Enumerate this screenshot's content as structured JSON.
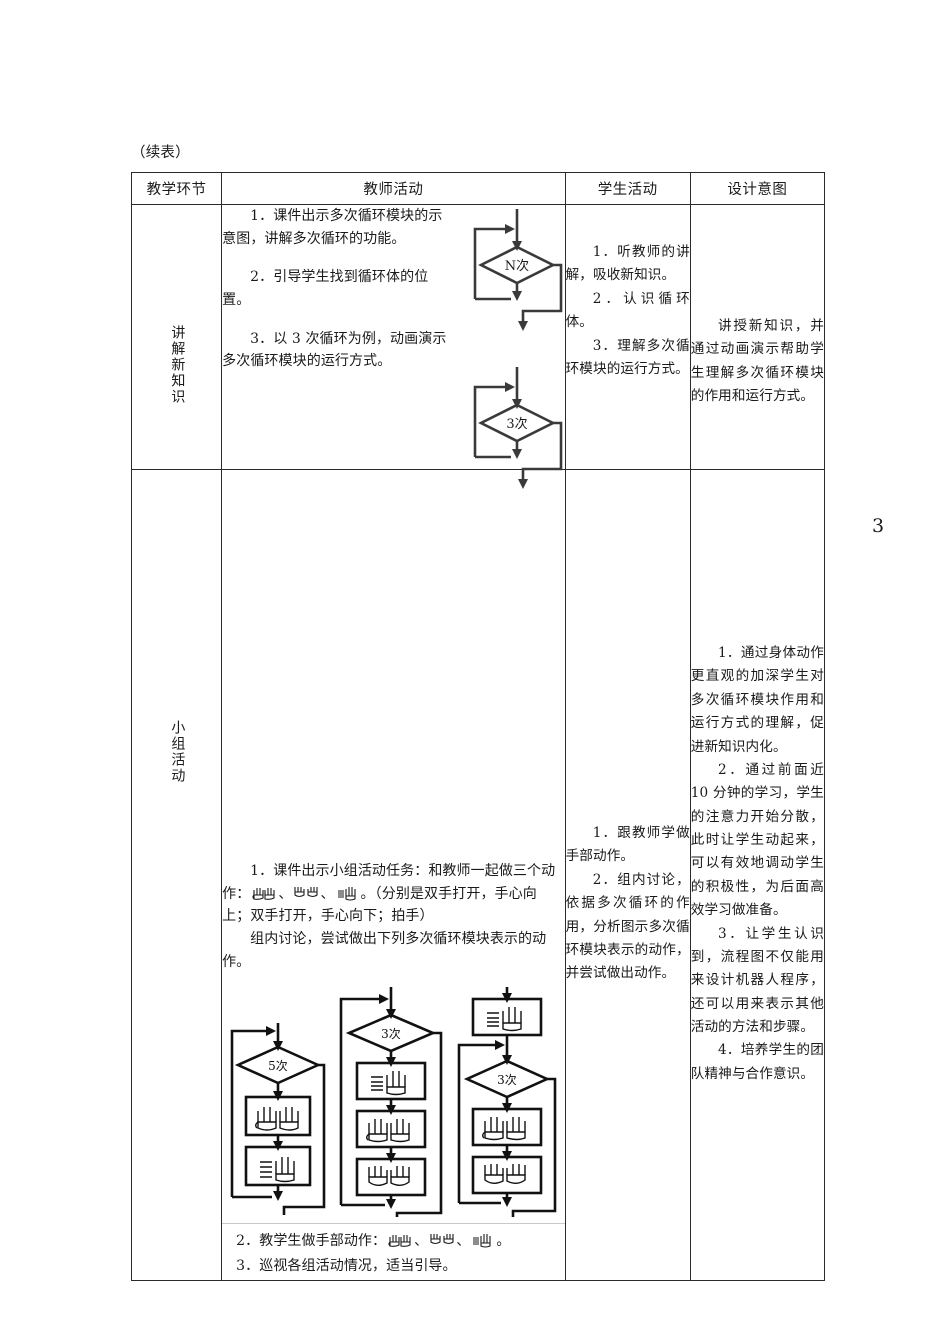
{
  "document": {
    "continuation_label": "（续表）",
    "page_number": "3"
  },
  "table": {
    "headers": [
      "教学环节",
      "教师活动",
      "学生活动",
      "设计意图"
    ],
    "rows": [
      {
        "stage": "讲解新知识",
        "teacher_paragraphs": [
          "1．课件出示多次循环模块的示意图，讲解多次循环的功能。",
          "2．引导学生找到循环体的位置。",
          "3．以 3 次循环为例，动画演示多次循环模块的运行方式。"
        ],
        "diagrams": [
          {
            "label": "N次",
            "kind": "loop-empty"
          },
          {
            "label": "3次",
            "kind": "loop-empty"
          }
        ],
        "student": "1．听教师的讲解，吸收新知识。\n2．认识循环体。\n3．理解多次循环模块的运行方式。",
        "student_items": [
          "1．听教师的讲解，吸收新知识。",
          "2．认识循环体。",
          "3．理解多次循环模块的运行方式。"
        ],
        "intent": "讲授新知识，并通过动画演示帮助学生理解多次循环模块的作用和运行方式。"
      },
      {
        "stage": "小组活动",
        "teacher_intro_a": "1．课件出示小组活动任务：和教师一起做三个动作：",
        "teacher_intro_b": "。（分别是双手打开，手心向上；双手打开，手心向下；拍手）",
        "teacher_intro_c": "组内讨论，尝试做出下列多次循环模块表示的动作。",
        "teacher_tail_a_prefix": "2．教学生做手部动作：",
        "teacher_tail_a_suffix": "。",
        "teacher_tail_b": "3．巡视各组活动情况，适当引导。",
        "gesture_sequence": [
          "palms-up",
          "palms-down",
          "clap"
        ],
        "flowcharts": [
          {
            "name": "flowchart-1",
            "pre_action": null,
            "condition": "5次",
            "body_actions": [
              "palms-up",
              "clap"
            ]
          },
          {
            "name": "flowchart-2",
            "pre_action": null,
            "condition": "3次",
            "body_actions": [
              "clap",
              "palms-up",
              "palms-down"
            ]
          },
          {
            "name": "flowchart-3",
            "pre_action": "clap",
            "condition": "3次",
            "body_actions": [
              "palms-up",
              "palms-down"
            ]
          }
        ],
        "student_items": [
          "1．跟教师学做手部动作。",
          "2．组内讨论，依据多次循环的作用，分析图示多次循环模块表示的动作，并尝试做出动作。"
        ],
        "intent_items": [
          "1．通过身体动作更直观的加深学生对多次循环模块作用和运行方式的理解，促进新知识内化。",
          "2．通过前面近 10 分钟的学习，学生的注意力开始分散，此时让学生动起来，可以有效地调动学生的积极性，为后面高效学习做准备。",
          "3．让学生认识到，流程图不仅能用来设计机器人程序，还可以用来表示其他活动的方法和步骤。",
          "4．培养学生的团队精神与合作意识。"
        ]
      }
    ]
  },
  "colors": {
    "text": "#1a1a1a",
    "border": "#2b2b2b",
    "rule": "#c9c9c9",
    "diagram_stroke": "#3a3a3a",
    "diagram_stroke_dark": "#111111"
  }
}
